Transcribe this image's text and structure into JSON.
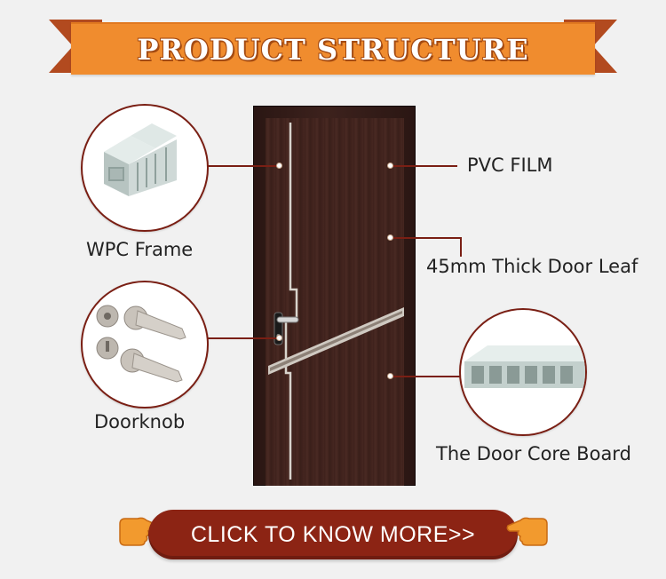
{
  "header": {
    "title": "PRODUCT STRUCTURE"
  },
  "callouts": {
    "wpc_frame": "WPC Frame",
    "doorknob": "Doorknob",
    "pvc_film": "PVC FILM",
    "door_leaf": "45mm Thick Door Leaf",
    "core_board": "The Door Core Board"
  },
  "cta": {
    "label": "CLICK TO KNOW MORE>>"
  },
  "icons": {
    "left_hand": "pointing-hand-right-icon",
    "right_hand": "pointing-hand-left-icon"
  },
  "colors": {
    "banner": "#f08c2e",
    "banner_ribbon": "#b24a1f",
    "accent": "#7a1f14",
    "cta": "#8c2414",
    "door": "#3e211c",
    "hand": "#f29a2e"
  }
}
